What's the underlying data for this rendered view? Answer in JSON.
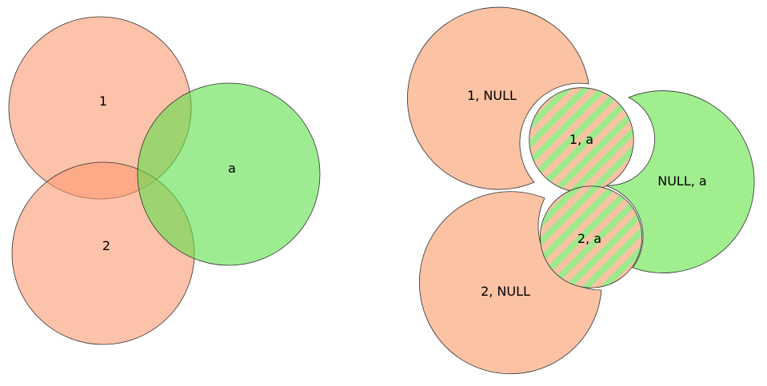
{
  "colors": {
    "layer_one": "#fb9a72",
    "layer_two": "#5ee04a",
    "outline": "#2f2f2f",
    "background": "#ffffff"
  },
  "left_diagram": {
    "circle_1_label": "1",
    "circle_2_label": "2",
    "circle_a_label": "a"
  },
  "right_diagram": {
    "piece_1_null_label": "1, NULL",
    "piece_2_null_label": "2, NULL",
    "piece_null_a_label": "NULL, a",
    "piece_1_a_label": "1, a",
    "piece_2_a_label": "2, a"
  }
}
